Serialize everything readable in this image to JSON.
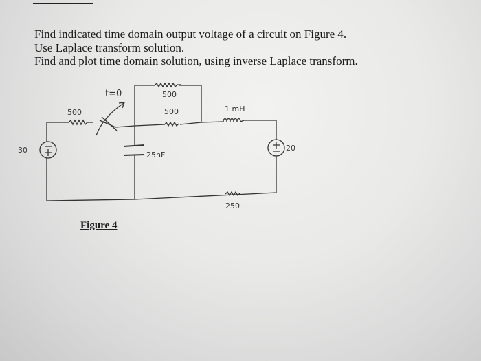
{
  "problem": {
    "lines": [
      "Find indicated time domain output voltage of a circuit on Figure 4.",
      "Use Laplace transform solution.",
      "Find and plot time domain solution, using inverse Laplace transform."
    ]
  },
  "figure": {
    "caption": "Figure 4",
    "labels": {
      "source_left": "30",
      "source_right": "20",
      "resistor_left": "500",
      "resistor_top": "500",
      "resistor_middle": "500",
      "inductor": "1 mH",
      "capacitor": "25nF",
      "resistor_bottom": "250",
      "switch": "t=0"
    }
  }
}
